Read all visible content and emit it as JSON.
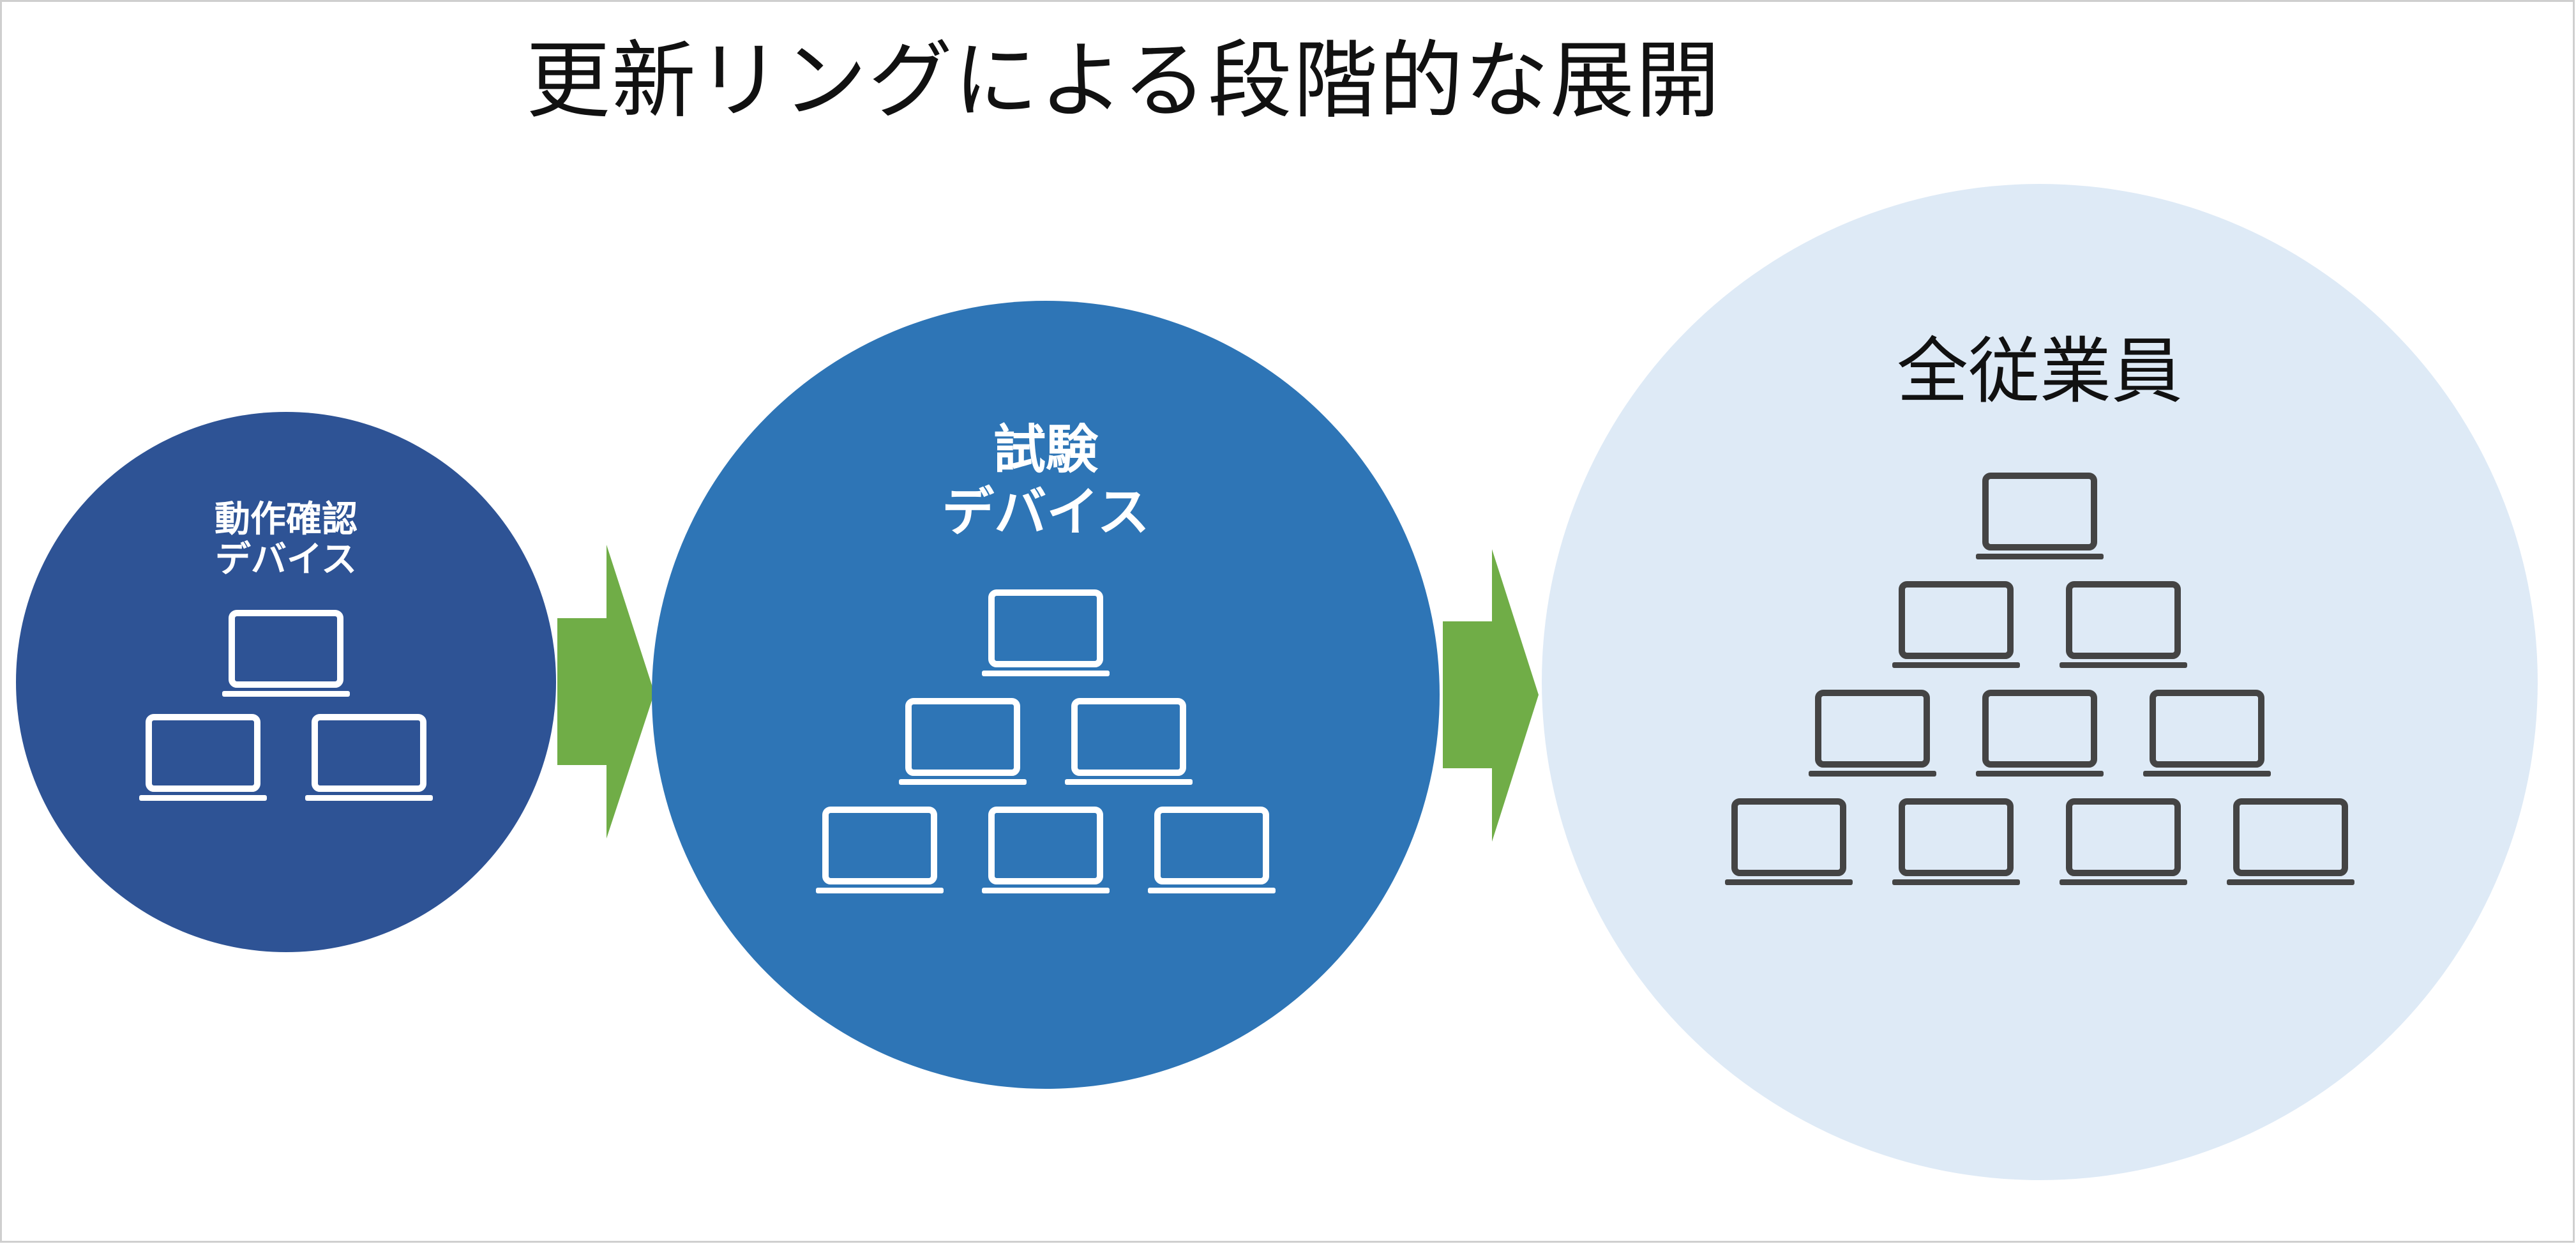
{
  "title": "更新リングによる段階的な展開",
  "rings": [
    {
      "label_lines": [
        "動作確認",
        "デバイス"
      ],
      "color": "#2e5395",
      "text_color": "#ffffff",
      "icon_color": "#ffffff",
      "device_rows": [
        1,
        2
      ]
    },
    {
      "label_lines": [
        "試験",
        "デバイス"
      ],
      "color": "#2e75b6",
      "text_color": "#ffffff",
      "icon_color": "#ffffff",
      "device_rows": [
        1,
        2,
        3
      ]
    },
    {
      "label_lines": [
        "全従業員"
      ],
      "color": "#deeaf6",
      "text_color": "#111111",
      "icon_color": "#444444",
      "device_rows": [
        1,
        2,
        3,
        4
      ]
    }
  ],
  "arrow_color": "#70ad47",
  "arrow_icon": "arrow-right-icon",
  "device_icon": "laptop-icon"
}
